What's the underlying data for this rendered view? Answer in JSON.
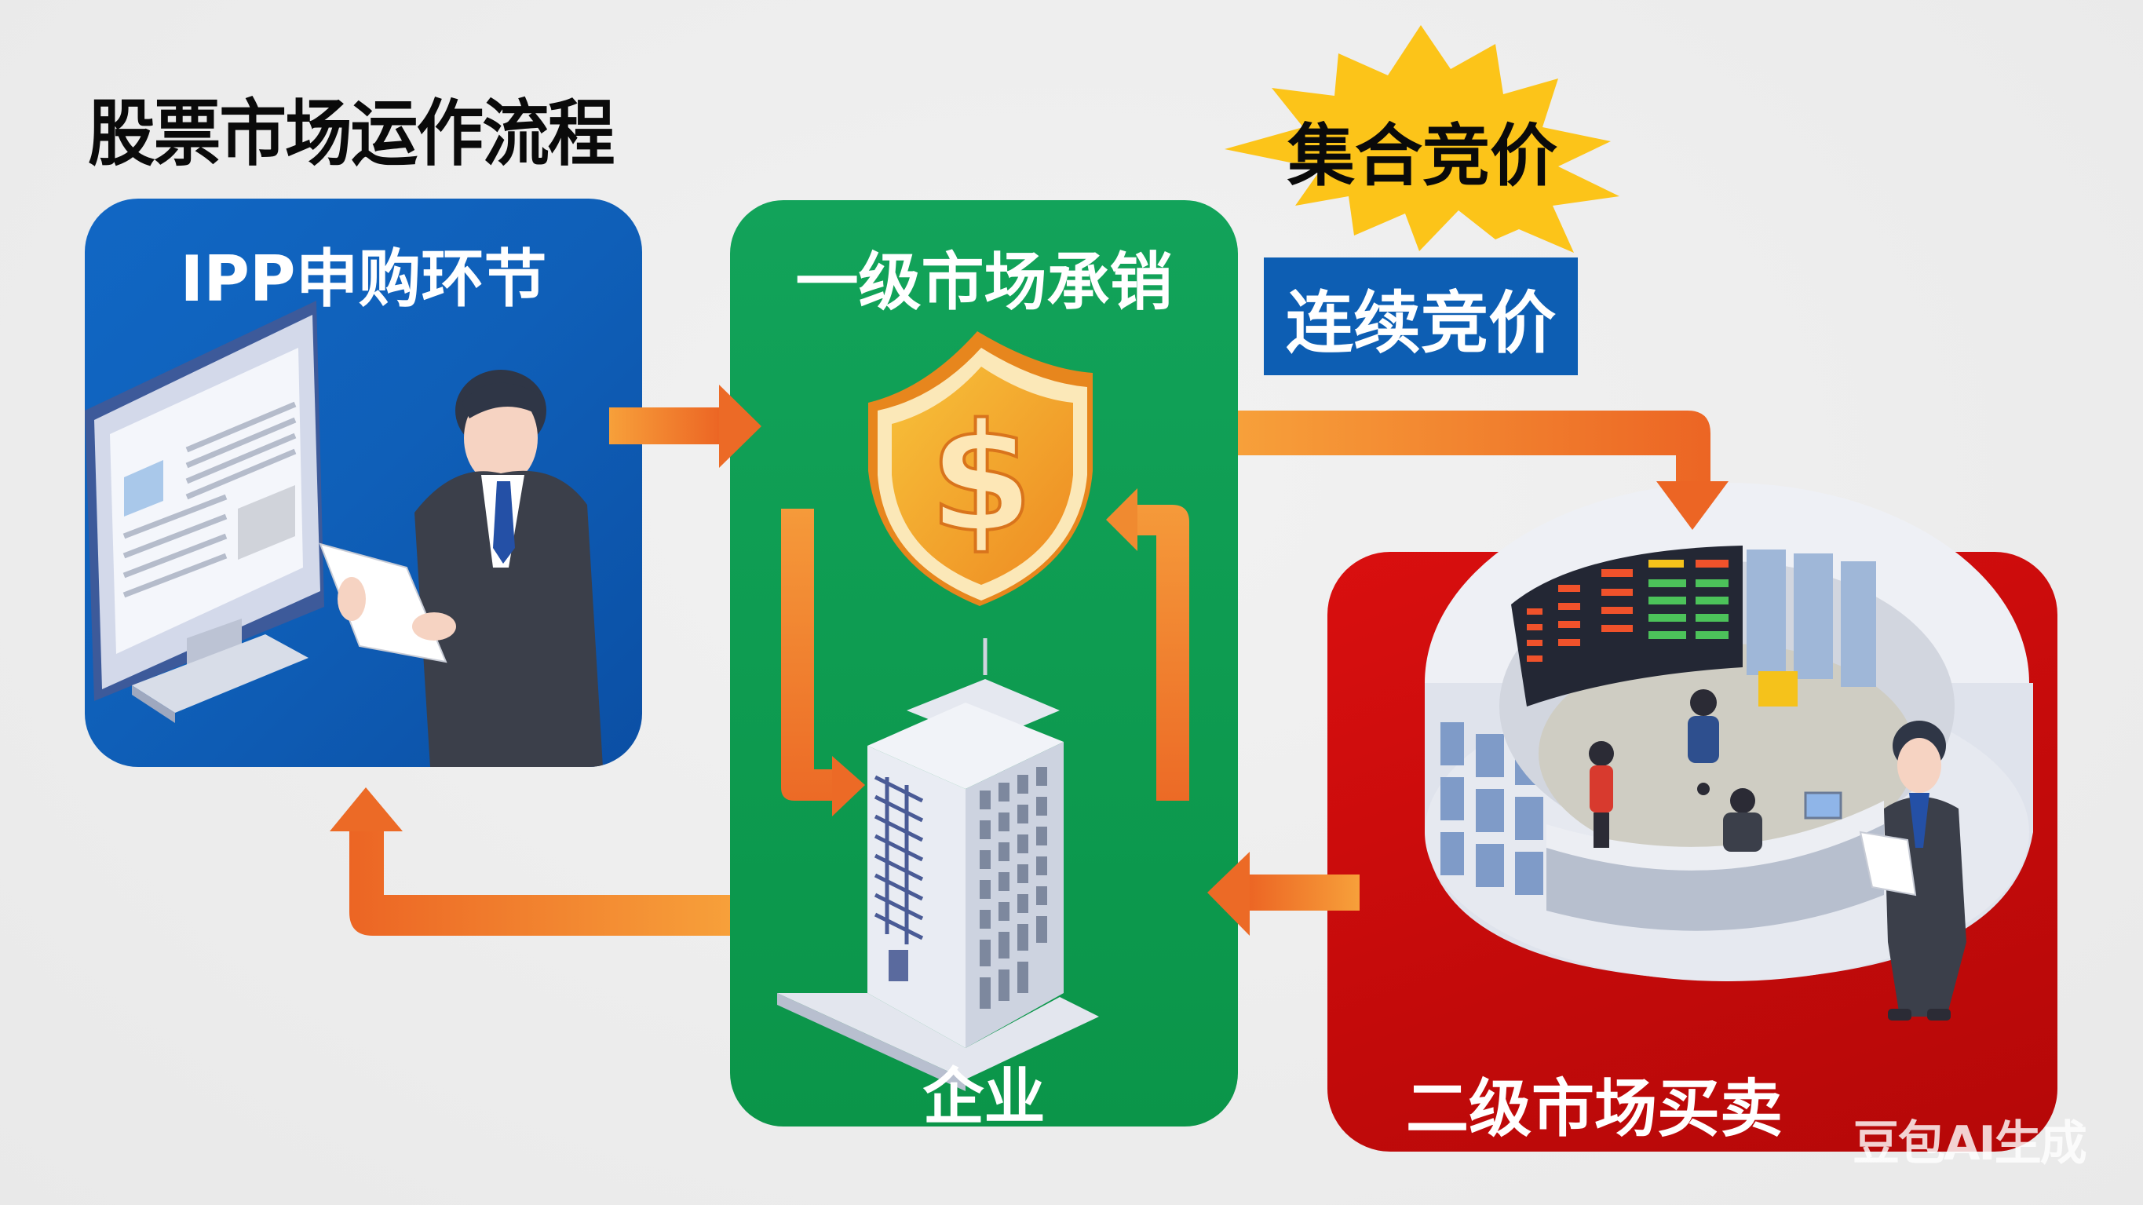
{
  "title": "股票市场运作流程",
  "stages": {
    "subscription": {
      "label": "IPP申购环节",
      "color": "#0f5fb8",
      "icons": [
        "computer-monitor-icon",
        "businessman-with-document-icon"
      ]
    },
    "primary_market": {
      "label": "一级市场承销",
      "color": "#0d9a4f",
      "icons": [
        "dollar-shield-icon",
        "office-building-icon"
      ],
      "sub_label": "企业"
    },
    "secondary_market": {
      "label": "二级市场买卖",
      "color": "#c20a0a",
      "icons": [
        "stock-exchange-hall-icon",
        "businessman-with-document-icon"
      ]
    }
  },
  "badges": {
    "call_auction": {
      "label": "集合竞价",
      "color": "#fcc419"
    },
    "continuous_auction": {
      "label": "连续竞价",
      "color": "#0d5eb3"
    }
  },
  "arrows": {
    "color_start": "#f7a03a",
    "color_end": "#ec6524",
    "flows": [
      {
        "from": "IPP申购环节",
        "to": "一级市场承销"
      },
      {
        "from": "一级市场承销",
        "to": "二级市场买卖"
      },
      {
        "from": "二级市场买卖",
        "to": "一级市场承销"
      },
      {
        "from": "一级市场承销",
        "to": "IPP申购环节"
      },
      {
        "from": "一级市场承销",
        "to": "企业"
      },
      {
        "from": "企业",
        "to": "一级市场承销"
      }
    ]
  },
  "watermark": "豆包AI生成"
}
